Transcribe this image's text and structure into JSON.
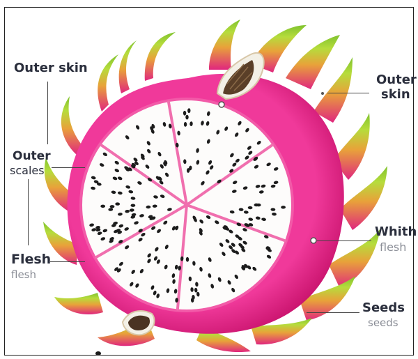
{
  "colors": {
    "skin_pink": "#ec2a8c",
    "skin_dark": "#c81670",
    "flesh": "#fdfcfb",
    "seed": "#1c1c1c",
    "scale_green": "#a6d63a",
    "scale_yellow": "#e8e23a",
    "label_text": "#2a2e3c",
    "sublabel_text": "#8a8d96"
  },
  "labels": {
    "outer_skin_left": "Outer skin",
    "outer_skin_right_line1": "Outer",
    "outer_skin_right_line2": "skin",
    "outer_scales_line1": "Outer",
    "outer_scales_line2": "scales",
    "flesh": "Flesh",
    "flesh_sub": "flesh",
    "whith_flesh_line1": "Whith",
    "whith_flesh_line2": "flesh",
    "seeds": "Seeds",
    "seeds_sub": "seeds"
  },
  "icons": {
    "fruit": "dragon-fruit-cross-section-illustration"
  }
}
